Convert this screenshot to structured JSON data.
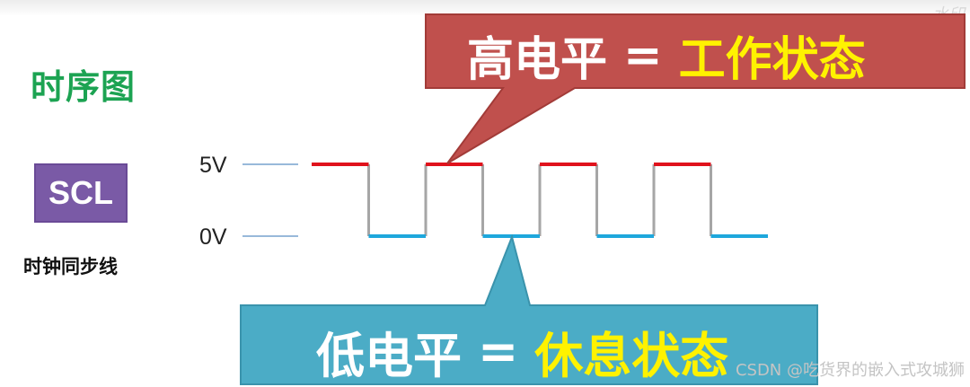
{
  "corner_mark": "水印",
  "title": "时序图",
  "scl": {
    "label": "SCL",
    "subtitle": "时钟同步线"
  },
  "levels": {
    "high": "5V",
    "low": "0V"
  },
  "callouts": {
    "high": {
      "term": "高电平",
      "eq": "=",
      "state": "工作状态"
    },
    "low": {
      "term": "低电平",
      "eq": "=",
      "state": "休息状态"
    }
  },
  "waveform": {
    "high_phases": 4,
    "low_phases": 4
  },
  "colors": {
    "title": "#1ca352",
    "scl_box": "#7a5aa6",
    "high_segment": "#e0121c",
    "low_segment": "#1ea7dc",
    "edge": "#a6a6a6",
    "callout_high": "#c0504d",
    "callout_low": "#4bacc6",
    "callout_state_text": "#fff200"
  },
  "watermark": "CSDN @吃货界的嵌入式攻城狮"
}
